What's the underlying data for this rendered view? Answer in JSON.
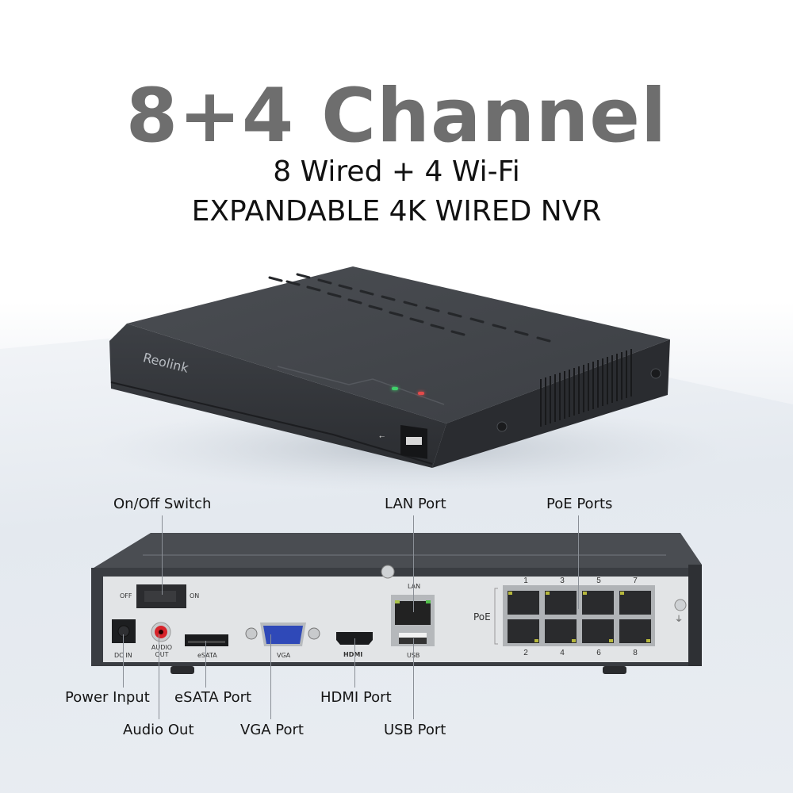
{
  "header": {
    "title": "8+4 Channel",
    "subtitle_1": "8 Wired + 4 Wi-Fi",
    "subtitle_2": "EXPANDABLE 4K WIRED NVR"
  },
  "product": {
    "brand": "Reolink",
    "front_indicators": [
      {
        "name": "power",
        "color": "#3fd06a"
      },
      {
        "name": "hdd",
        "color": "#e34a4a"
      }
    ],
    "body_color": "#3a3d42"
  },
  "rear_panel": {
    "switch": {
      "off_label": "OFF",
      "on_label": "ON"
    },
    "port_labels": {
      "dc_in": "DC IN",
      "audio_out": "AUDIO OUT",
      "esata": "eSATA",
      "vga": "VGA",
      "hdmi": "HDMI",
      "lan": "LAN",
      "usb": "USB",
      "poe": "PoE"
    },
    "poe_numbers_top": [
      "1",
      "3",
      "5",
      "7"
    ],
    "poe_numbers_bottom": [
      "2",
      "4",
      "6",
      "8"
    ]
  },
  "callouts": {
    "on_off_switch": "On/Off Switch",
    "lan_port": "LAN Port",
    "poe_ports": "PoE Ports",
    "power_input": "Power Input",
    "audio_out": "Audio Out",
    "esata_port": "eSATA Port",
    "vga_port": "VGA Port",
    "hdmi_port": "HDMI Port",
    "usb_port": "USB Port"
  }
}
